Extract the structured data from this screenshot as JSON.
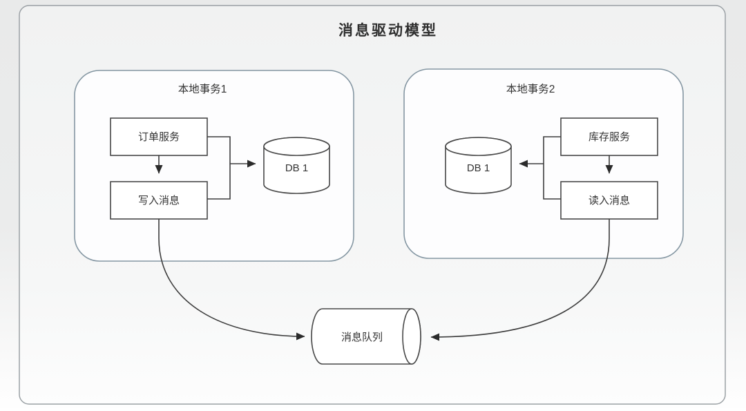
{
  "title": "消息驱动模型",
  "colors": {
    "outer_border": "#9aa0a4",
    "container_border": "#8496a2",
    "panel_fill": "#fdfdfe",
    "box_fill": "#ffffff",
    "box_border": "#474747",
    "line": "#3d3d3d",
    "arrow_fill": "#2b2b2b"
  },
  "transaction1": {
    "label": "本地事务1",
    "service_box": "订单服务",
    "message_box": "写入消息",
    "db": "DB 1"
  },
  "transaction2": {
    "label": "本地事务2",
    "service_box": "库存服务",
    "message_box": "读入消息",
    "db": "DB 1"
  },
  "queue": {
    "label": "消息队列"
  },
  "edges": [
    {
      "from": "订单服务",
      "to": "写入消息",
      "style": "straight-arrow"
    },
    {
      "from": "订单服务+写入消息",
      "to": "DB 1 (左)",
      "style": "bracket-arrow"
    },
    {
      "from": "库存服务",
      "to": "读入消息",
      "style": "straight-arrow"
    },
    {
      "from": "库存服务+读入消息",
      "to": "DB 1 (右)",
      "style": "bracket-arrow"
    },
    {
      "from": "写入消息",
      "to": "消息队列",
      "style": "curved-arrow"
    },
    {
      "from": "读入消息",
      "to": "消息队列",
      "style": "curved-arrow"
    }
  ]
}
